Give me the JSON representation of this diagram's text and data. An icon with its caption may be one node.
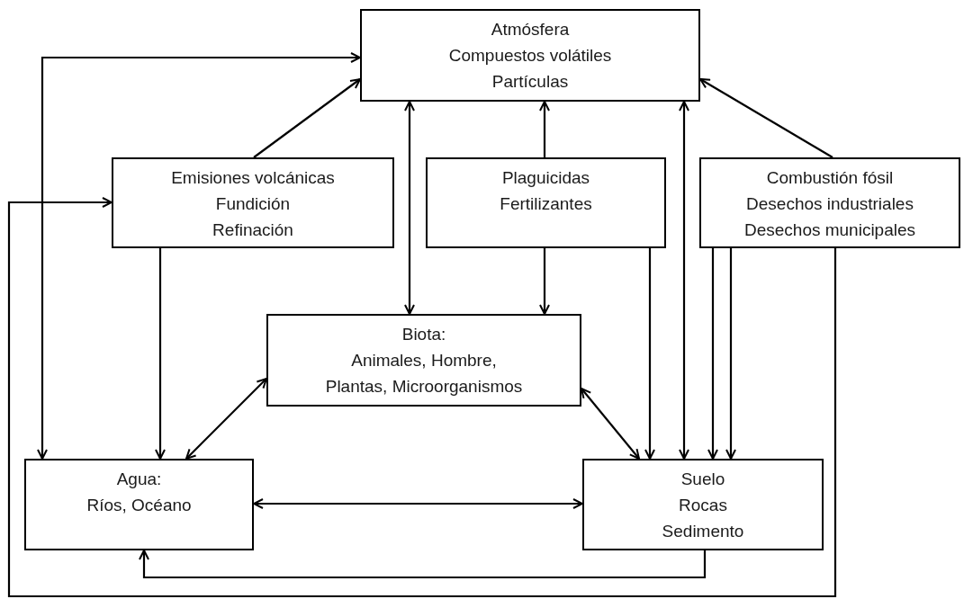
{
  "diagram": {
    "nodes": [
      {
        "text": [
          "Atmósfera",
          "Compuestos volátiles",
          "Partículas"
        ]
      },
      {
        "text": [
          "Emisiones volcánicas",
          "Fundición",
          "Refinación"
        ]
      },
      {
        "text": [
          "Plaguicidas",
          "Fertilizantes"
        ]
      },
      {
        "text": [
          "Combustión fósil",
          "Desechos industriales",
          "Desechos municipales"
        ]
      },
      {
        "text": [
          "Biota:",
          "Animales, Hombre,",
          "Plantas, Microorganismos"
        ]
      },
      {
        "text": [
          "Agua:",
          "Ríos, Océano"
        ]
      },
      {
        "text": [
          "Suelo",
          "Rocas",
          "Sedimento"
        ]
      }
    ],
    "edges": [
      {
        "from": 0,
        "to": 5,
        "arrow": "both"
      },
      {
        "from": 1,
        "to": 0,
        "arrow": "to"
      },
      {
        "from": 2,
        "to": 0,
        "arrow": "to"
      },
      {
        "from": 3,
        "to": 0,
        "arrow": "to"
      },
      {
        "from": 0,
        "to": 4,
        "arrow": "both"
      },
      {
        "from": 0,
        "to": 6,
        "arrow": "both"
      },
      {
        "from": 1,
        "to": 5,
        "arrow": "to"
      },
      {
        "from": 2,
        "to": 4,
        "arrow": "to"
      },
      {
        "from": 2,
        "to": 6,
        "arrow": "to"
      },
      {
        "from": 3,
        "to": 6,
        "arrow": "to"
      },
      {
        "from": 3,
        "to": 6,
        "arrow": "to"
      },
      {
        "from": 4,
        "to": 5,
        "arrow": "both"
      },
      {
        "from": 4,
        "to": 6,
        "arrow": "both"
      },
      {
        "from": 5,
        "to": 6,
        "arrow": "both"
      },
      {
        "from": 6,
        "to": 5,
        "arrow": "to"
      },
      {
        "from": 3,
        "to": 1,
        "arrow": "to"
      }
    ]
  }
}
